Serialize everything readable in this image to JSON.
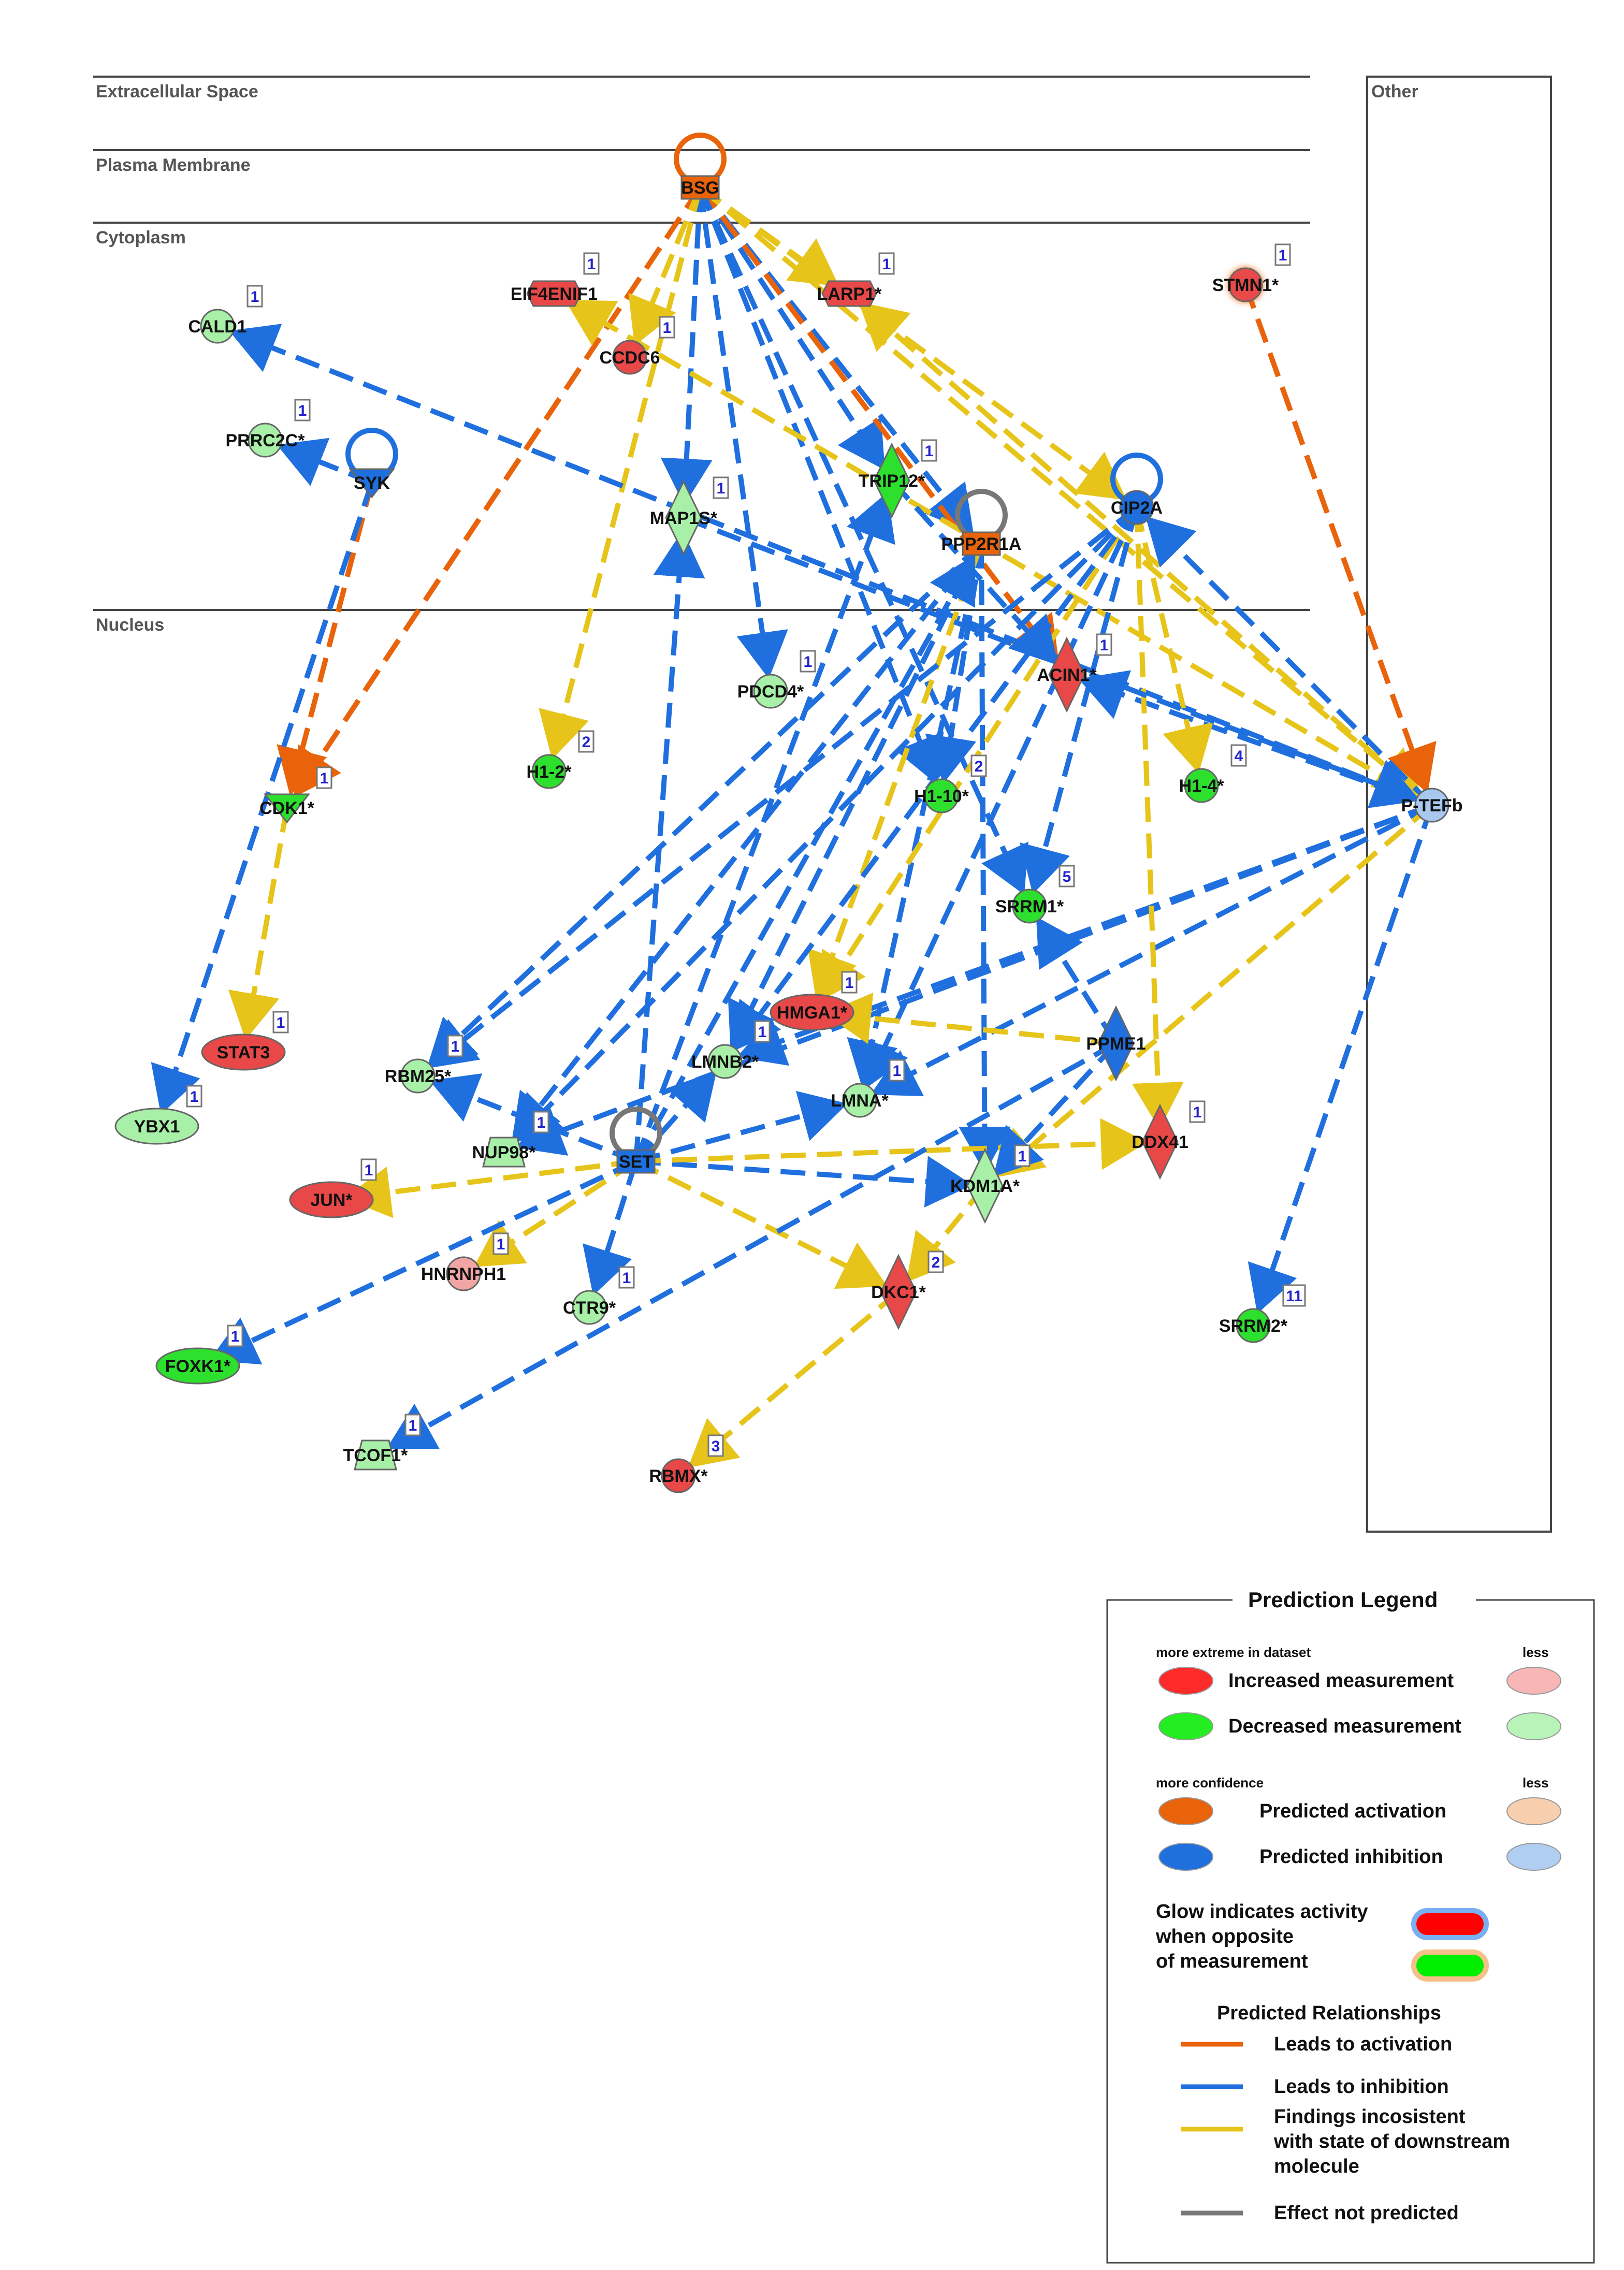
{
  "regions": {
    "extracellular": "Extracellular Space",
    "membrane": "Plasma Membrane",
    "cytoplasm": "Cytoplasm",
    "nucleus": "Nucleus",
    "other": "Other"
  },
  "colors": {
    "activation": "#e8630a",
    "inhibition": "#1f6fde",
    "inconsistent": "#e6c41a",
    "not_predicted": "#777777",
    "increased_strong": "#e84848",
    "increased_weak": "#f2a5a5",
    "decreased_strong": "#2ee02e",
    "decreased_weak": "#a8f0a8",
    "pred_activation_strong": "#e8630a",
    "pred_activation_weak": "#f5c9a5",
    "pred_inhibition_strong": "#1f6fde",
    "pred_inhibition_weak": "#a9c8f0"
  },
  "nodes": [
    {
      "id": "BSG",
      "label": "BSG",
      "badge": ""
    },
    {
      "id": "EIF4ENIF1",
      "label": "EIF4ENIF1",
      "badge": "1"
    },
    {
      "id": "LARP1",
      "label": "LARP1*",
      "badge": "1"
    },
    {
      "id": "STMN1",
      "label": "STMN1*",
      "badge": "1"
    },
    {
      "id": "CALD1",
      "label": "CALD1",
      "badge": "1"
    },
    {
      "id": "CCDC6",
      "label": "CCDC6",
      "badge": "1"
    },
    {
      "id": "PRRC2C",
      "label": "PRRC2C*",
      "badge": "1"
    },
    {
      "id": "SYK",
      "label": "SYK",
      "badge": ""
    },
    {
      "id": "MAP1S",
      "label": "MAP1S*",
      "badge": "1"
    },
    {
      "id": "TRIP12",
      "label": "TRIP12*",
      "badge": "1"
    },
    {
      "id": "PPP2R1A",
      "label": "PPP2R1A",
      "badge": ""
    },
    {
      "id": "CIP2A",
      "label": "CIP2A",
      "badge": ""
    },
    {
      "id": "PDCD4",
      "label": "PDCD4*",
      "badge": "1"
    },
    {
      "id": "ACIN1",
      "label": "ACIN1*",
      "badge": "1"
    },
    {
      "id": "H1-2",
      "label": "H1-2*",
      "badge": "2"
    },
    {
      "id": "CDK1",
      "label": "CDK1*",
      "badge": "1"
    },
    {
      "id": "H1-10",
      "label": "H1-10*",
      "badge": "2"
    },
    {
      "id": "H1-4",
      "label": "H1-4*",
      "badge": "4"
    },
    {
      "id": "PTEFb",
      "label": "P-TEFb",
      "badge": ""
    },
    {
      "id": "SRRM1",
      "label": "SRRM1*",
      "badge": "5"
    },
    {
      "id": "HMGA1",
      "label": "HMGA1*",
      "badge": "1"
    },
    {
      "id": "STAT3",
      "label": "STAT3",
      "badge": "1"
    },
    {
      "id": "PPME1",
      "label": "PPME1",
      "badge": ""
    },
    {
      "id": "RBM25",
      "label": "RBM25*",
      "badge": "1"
    },
    {
      "id": "LMNB2",
      "label": "LMNB2*",
      "badge": "1"
    },
    {
      "id": "LMNA",
      "label": "LMNA*",
      "badge": "1"
    },
    {
      "id": "DDX41",
      "label": "DDX41",
      "badge": "1"
    },
    {
      "id": "YBX1",
      "label": "YBX1",
      "badge": "1"
    },
    {
      "id": "NUP98",
      "label": "NUP98*",
      "badge": "1"
    },
    {
      "id": "SET",
      "label": "SET",
      "badge": ""
    },
    {
      "id": "KDM1A",
      "label": "KDM1A*",
      "badge": "1"
    },
    {
      "id": "JUN",
      "label": "JUN*",
      "badge": "1"
    },
    {
      "id": "HNRNPH1",
      "label": "HNRNPH1",
      "badge": "1"
    },
    {
      "id": "DKC1",
      "label": "DKC1*",
      "badge": "2"
    },
    {
      "id": "CTR9",
      "label": "CTR9*",
      "badge": "1"
    },
    {
      "id": "SRRM2",
      "label": "SRRM2*",
      "badge": "11"
    },
    {
      "id": "FOXK1",
      "label": "FOXK1*",
      "badge": "1"
    },
    {
      "id": "TCOF1",
      "label": "TCOF1*",
      "badge": "1"
    },
    {
      "id": "RBMX",
      "label": "RBMX*",
      "badge": "3"
    }
  ],
  "edges": [
    {
      "from": "BSG",
      "to": "CDK1",
      "type": "activation"
    },
    {
      "from": "BSG",
      "to": "MAP1S",
      "type": "inhibition"
    },
    {
      "from": "BSG",
      "to": "PDCD4",
      "type": "inhibition"
    },
    {
      "from": "BSG",
      "to": "H1-2",
      "type": "inconsistent"
    },
    {
      "from": "BSG",
      "to": "TRIP12",
      "type": "inhibition"
    },
    {
      "from": "BSG",
      "to": "PPP2R1A",
      "type": "inhibition"
    },
    {
      "from": "BSG",
      "to": "ACIN1",
      "type": "activation"
    },
    {
      "from": "BSG",
      "to": "H1-10",
      "type": "inhibition"
    },
    {
      "from": "BSG",
      "to": "SRRM1",
      "type": "inhibition"
    },
    {
      "from": "BSG",
      "to": "PTEFb",
      "type": "inconsistent"
    },
    {
      "from": "BSG",
      "to": "CIP2A",
      "type": "inconsistent"
    },
    {
      "from": "BSG",
      "to": "LARP1",
      "type": "inconsistent"
    },
    {
      "from": "BSG",
      "to": "CCDC6",
      "type": "inconsistent"
    },
    {
      "from": "STMN1",
      "to": "PTEFb",
      "type": "activation"
    },
    {
      "from": "SYK",
      "to": "PRRC2C",
      "type": "inhibition"
    },
    {
      "from": "SYK",
      "to": "CDK1",
      "type": "activation"
    },
    {
      "from": "SYK",
      "to": "YBX1",
      "type": "inhibition"
    },
    {
      "from": "CDK1",
      "to": "STAT3",
      "type": "inconsistent"
    },
    {
      "from": "PTEFb",
      "to": "CALD1",
      "type": "inhibition"
    },
    {
      "from": "PTEFb",
      "to": "LARP1",
      "type": "inconsistent"
    },
    {
      "from": "PTEFb",
      "to": "CIP2A",
      "type": "inhibition"
    },
    {
      "from": "PTEFb",
      "to": "ACIN1",
      "type": "inhibition"
    },
    {
      "from": "PTEFb",
      "to": "SRRM2",
      "type": "inhibition"
    },
    {
      "from": "PTEFb",
      "to": "LMNB2",
      "type": "inhibition"
    },
    {
      "from": "PTEFb",
      "to": "LMNA",
      "type": "inhibition"
    },
    {
      "from": "PTEFb",
      "to": "KDM1A",
      "type": "inconsistent"
    },
    {
      "from": "PTEFb",
      "to": "NUP98",
      "type": "inhibition"
    },
    {
      "from": "PTEFb",
      "to": "EIF4ENIF1",
      "type": "inconsistent"
    },
    {
      "from": "PPP2R1A",
      "to": "RBM25",
      "type": "inhibition"
    },
    {
      "from": "PPP2R1A",
      "to": "LMNB2",
      "type": "inhibition"
    },
    {
      "from": "PPP2R1A",
      "to": "LMNA",
      "type": "inhibition"
    },
    {
      "from": "PPP2R1A",
      "to": "NUP98",
      "type": "inhibition"
    },
    {
      "from": "PPP2R1A",
      "to": "KDM1A",
      "type": "inhibition"
    },
    {
      "from": "PPP2R1A",
      "to": "H1-10",
      "type": "inhibition"
    },
    {
      "from": "PPP2R1A",
      "to": "HMGA1",
      "type": "inconsistent"
    },
    {
      "from": "CIP2A",
      "to": "H1-4",
      "type": "inconsistent"
    },
    {
      "from": "CIP2A",
      "to": "DDX41",
      "type": "inconsistent"
    },
    {
      "from": "CIP2A",
      "to": "HMGA1",
      "type": "inconsistent"
    },
    {
      "from": "CIP2A",
      "to": "LMNB2",
      "type": "inhibition"
    },
    {
      "from": "CIP2A",
      "to": "RBM25",
      "type": "inhibition"
    },
    {
      "from": "CIP2A",
      "to": "NUP98",
      "type": "inhibition"
    },
    {
      "from": "CIP2A",
      "to": "LMNA",
      "type": "inhibition"
    },
    {
      "from": "CIP2A",
      "to": "SRRM1",
      "type": "inhibition"
    },
    {
      "from": "TRIP12",
      "to": "ACIN1",
      "type": "inhibition"
    },
    {
      "from": "SET",
      "to": "MAP1S",
      "type": "inhibition"
    },
    {
      "from": "SET",
      "to": "TRIP12",
      "type": "inhibition"
    },
    {
      "from": "SET",
      "to": "PPP2R1A",
      "type": "inhibition"
    },
    {
      "from": "SET",
      "to": "RBM25",
      "type": "inhibition"
    },
    {
      "from": "SET",
      "to": "LMNB2",
      "type": "inhibition"
    },
    {
      "from": "SET",
      "to": "LMNA",
      "type": "inhibition"
    },
    {
      "from": "SET",
      "to": "KDM1A",
      "type": "inhibition"
    },
    {
      "from": "SET",
      "to": "DDX41",
      "type": "inconsistent"
    },
    {
      "from": "SET",
      "to": "DKC1",
      "type": "inconsistent"
    },
    {
      "from": "SET",
      "to": "CTR9",
      "type": "inhibition"
    },
    {
      "from": "SET",
      "to": "HNRNPH1",
      "type": "inconsistent"
    },
    {
      "from": "SET",
      "to": "FOXK1",
      "type": "inhibition"
    },
    {
      "from": "SET",
      "to": "JUN",
      "type": "inconsistent"
    },
    {
      "from": "PPME1",
      "to": "HMGA1",
      "type": "inconsistent"
    },
    {
      "from": "PPME1",
      "to": "SRRM1",
      "type": "inhibition"
    },
    {
      "from": "PPME1",
      "to": "KDM1A",
      "type": "inhibition"
    },
    {
      "from": "PPME1",
      "to": "TCOF1",
      "type": "inhibition"
    },
    {
      "from": "DKC1",
      "to": "RBMX",
      "type": "inconsistent"
    },
    {
      "from": "KDM1A",
      "to": "DKC1",
      "type": "inconsistent"
    },
    {
      "from": "MAP1S",
      "to": "PTEFb",
      "type": "inhibition"
    }
  ],
  "legend": {
    "title": "Prediction Legend",
    "more_extreme": "more extreme in dataset",
    "less": "less",
    "increased": "Increased measurement",
    "decreased": "Decreased measurement",
    "more_confidence": "more confidence",
    "less2": "less",
    "pred_activation": "Predicted activation",
    "pred_inhibition": "Predicted inhibition",
    "glow_line1": "Glow indicates activity",
    "glow_line2": "when opposite",
    "glow_line3": "of measurement",
    "relationships_title": "Predicted Relationships",
    "rel_activation": "Leads to activation",
    "rel_inhibition": "Leads to inhibition",
    "rel_inconsistent_1": "Findings incosistent",
    "rel_inconsistent_2": "with state of downstream",
    "rel_inconsistent_3": "molecule",
    "rel_not_predicted": "Effect not predicted"
  }
}
